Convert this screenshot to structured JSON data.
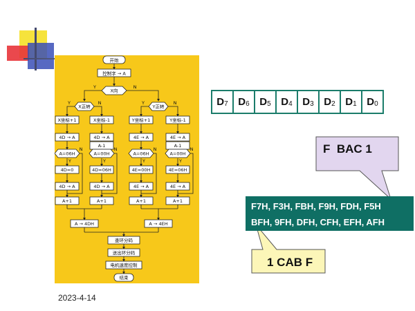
{
  "flowchart": {
    "start": "开始",
    "ctrl": "控制字 → A",
    "xdir": "X向",
    "y": "Y",
    "n": "N",
    "x_fwd": "X正转",
    "y_fwd": "Y正转",
    "x_plus": "X坐标+1",
    "x_minus": "X坐标-1",
    "y_plus": "Y坐标+1",
    "y_minus": "Y坐标-1",
    "ld_4d": "4D → A",
    "ld_4e": "4E → A",
    "a_eq_06": "A=06H",
    "a_dec": "A-1",
    "set_4d0": "4D=0",
    "a_eq_00": "A=00H",
    "set_4d06": "4D=06H",
    "set_4e00": "4E=00H",
    "set_4e06": "4E=06H",
    "inc_a": "A+1",
    "st_4d": "A → 4DH",
    "st_4e": "A → 4EH",
    "lookup": "查环分码",
    "send": "送出环分码",
    "speed": "电机速度控制",
    "end": "结束"
  },
  "date": "2023-4-14",
  "register_bits": [
    {
      "base": "D",
      "sub": "7"
    },
    {
      "base": "D",
      "sub": "6"
    },
    {
      "base": "D",
      "sub": "5"
    },
    {
      "base": "D",
      "sub": "4"
    },
    {
      "base": "D",
      "sub": "3"
    },
    {
      "base": "D",
      "sub": "2"
    },
    {
      "base": "D",
      "sub": "1"
    },
    {
      "base": "D",
      "sub": "0"
    }
  ],
  "callout_top": "F  BAC 1",
  "callout_bottom": "1 CAB F",
  "codes": {
    "line1": "F7H, F3H, FBH, F9H, FDH, F5H",
    "line2": "BFH, 9FH, DFH, CFH, EFH, AFH"
  }
}
